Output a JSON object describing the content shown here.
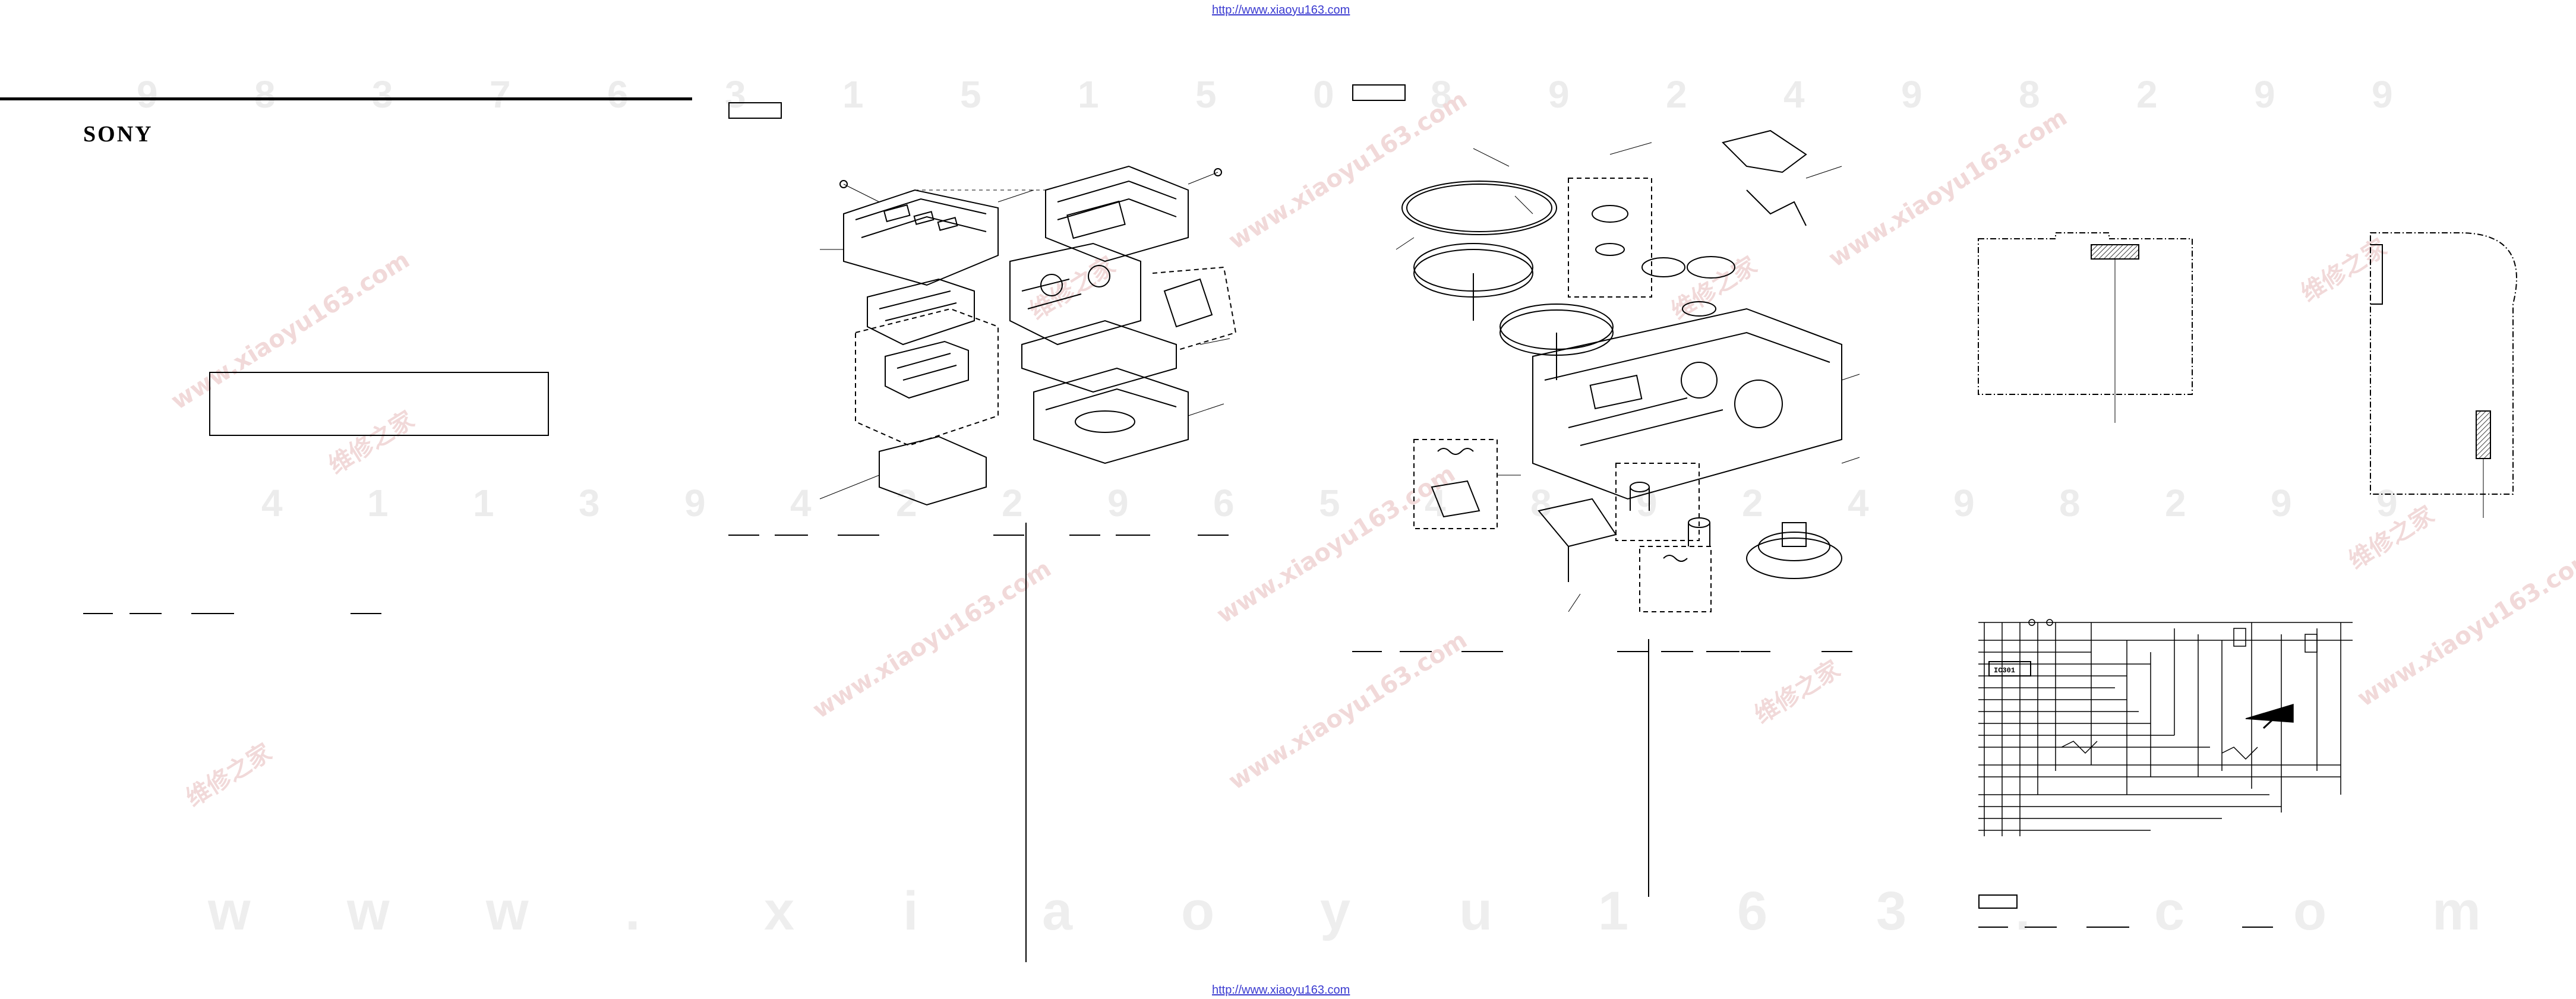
{
  "header_url": "http://www.xiaoyu163.com",
  "footer_url": "http://www.xiaoyu163.com",
  "brand": {
    "logo_text": "SONY"
  },
  "watermark": {
    "digits_top": [
      "9",
      "8",
      "3",
      "7",
      "6",
      "3",
      "1",
      "5",
      "1",
      "5",
      "0",
      "8",
      "9",
      "2",
      "4",
      "9",
      "8",
      "2",
      "9",
      "9"
    ],
    "digits_mid": [
      "4",
      "1",
      "1",
      "3",
      "9",
      "4",
      "2",
      "2",
      "9",
      "6",
      "5",
      "4",
      "8",
      "9",
      "2",
      "4",
      "9",
      "8",
      "2",
      "9",
      "9"
    ],
    "bottom": [
      "w",
      "w",
      "w",
      ".",
      "x",
      "i",
      "a",
      "o",
      "y",
      "u",
      "1",
      "6",
      "3",
      ".",
      "c",
      "o",
      "m"
    ],
    "diagonal": [
      "维修之家",
      "www.xiaoyu163.com"
    ]
  },
  "schematic": {
    "ic_label": "IC301"
  }
}
